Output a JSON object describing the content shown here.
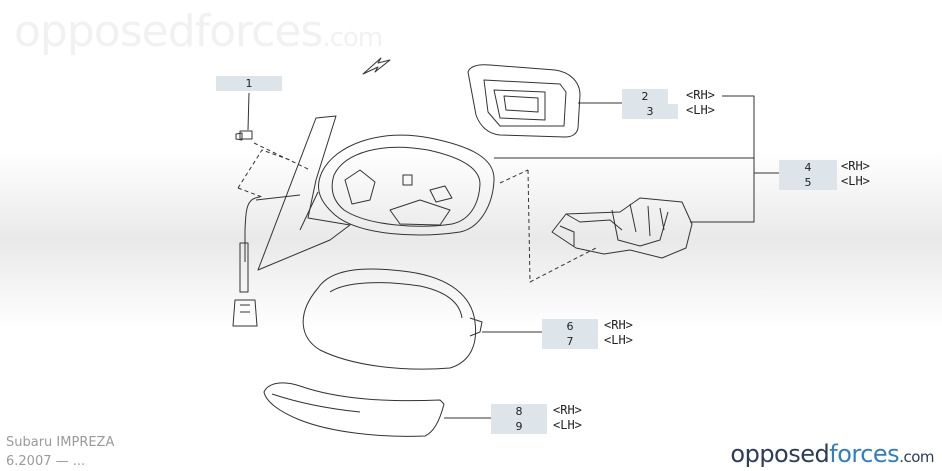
{
  "watermark": {
    "name": "opposedforces",
    "tld": ".com"
  },
  "callouts": [
    {
      "number": "1",
      "side": ""
    },
    {
      "number": "2",
      "side": "<RH>"
    },
    {
      "number": "3",
      "side": "<LH>"
    },
    {
      "number": "4",
      "side": "<RH>"
    },
    {
      "number": "5",
      "side": "<LH>"
    },
    {
      "number": "6",
      "side": "<RH>"
    },
    {
      "number": "7",
      "side": "<LH>"
    },
    {
      "number": "8",
      "side": "<RH>"
    },
    {
      "number": "9",
      "side": "<LH>"
    }
  ],
  "vehicle": {
    "model": "Subaru IMPREZA",
    "date": "6.2007 — ..."
  },
  "brand": {
    "part1": "opposed",
    "part2": "forces",
    "tld": ".com"
  },
  "colors": {
    "label_bg": "#dde4ea",
    "line": "#333333",
    "brand_dark": "#2b3d57",
    "brand_accent": "#2f7fc1"
  }
}
